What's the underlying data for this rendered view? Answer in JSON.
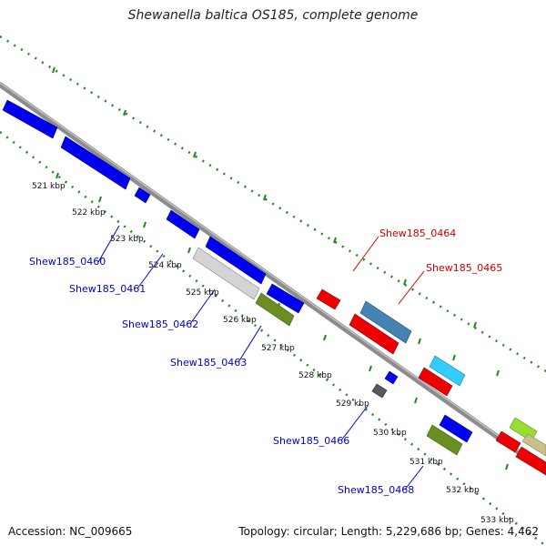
{
  "title": "Shewanella baltica OS185, complete genome",
  "accession": "Accession: NC_009665",
  "summary": "Topology: circular; Length: 5,229,686 bp; Genes: 4,462",
  "colors": {
    "backbone": "#8c8c8c",
    "dots": "#1f8a1f",
    "label_forward": "#cc0000",
    "label_reverse": "#0000cc",
    "label_line_forward": "#cc0000",
    "label_line_reverse": "#0000cc"
  },
  "ticks": [
    "521 kbp",
    "522 kbp",
    "523 kbp",
    "524 kbp",
    "525 kbp",
    "526 kbp",
    "527 kbp",
    "528 kbp",
    "529 kbp",
    "530 kbp",
    "531 kbp",
    "532 kbp",
    "533 kbp"
  ],
  "gene_labels": {
    "forward": [
      "Shew185_0464",
      "Shew185_0465"
    ],
    "reverse": [
      "Shew185_0460",
      "Shew185_0461",
      "Shew185_0462",
      "Shew185_0463",
      "Shew185_0466",
      "Shew185_0468"
    ]
  }
}
